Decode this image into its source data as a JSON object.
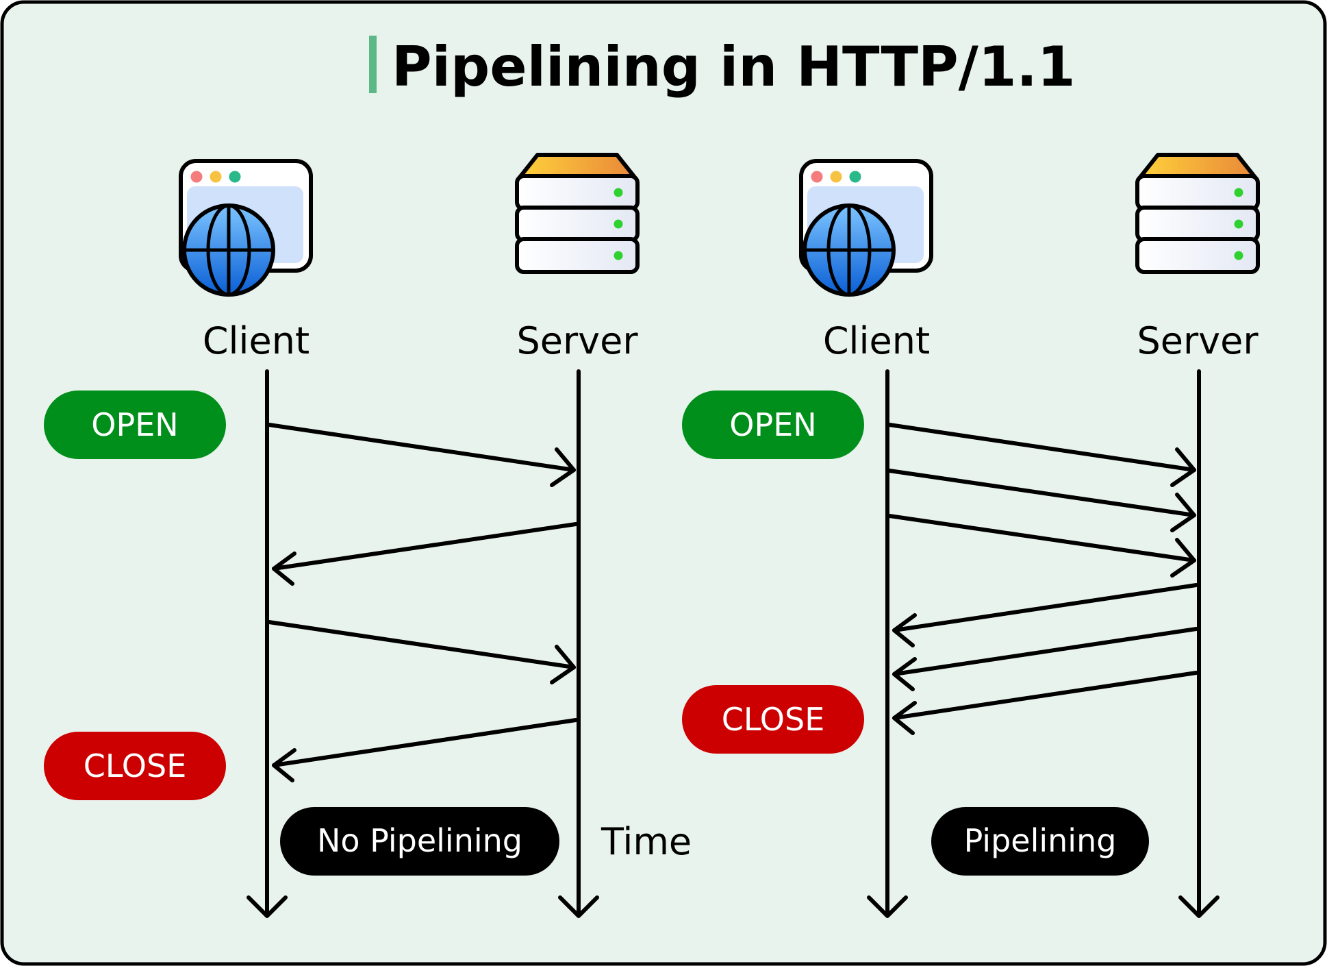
{
  "title": "Pipelining in HTTP/1.1",
  "colors": {
    "background": "#e9f3ee",
    "title_accent": "#5cb887",
    "open": "#008f1a",
    "close": "#cc0000",
    "caption": "#000000"
  },
  "time_label": "Time",
  "panels": [
    {
      "client_label": "Client",
      "server_label": "Server",
      "open_label": "OPEN",
      "close_label": "CLOSE",
      "caption": "No Pipelining",
      "messages": [
        {
          "direction": "request"
        },
        {
          "direction": "response"
        },
        {
          "direction": "request"
        },
        {
          "direction": "response"
        }
      ]
    },
    {
      "client_label": "Client",
      "server_label": "Server",
      "open_label": "OPEN",
      "close_label": "CLOSE",
      "caption": "Pipelining",
      "messages": [
        {
          "direction": "request"
        },
        {
          "direction": "request"
        },
        {
          "direction": "request"
        },
        {
          "direction": "response"
        },
        {
          "direction": "response"
        },
        {
          "direction": "response"
        }
      ]
    }
  ],
  "icons": [
    "browser-globe-icon",
    "server-rack-icon"
  ]
}
